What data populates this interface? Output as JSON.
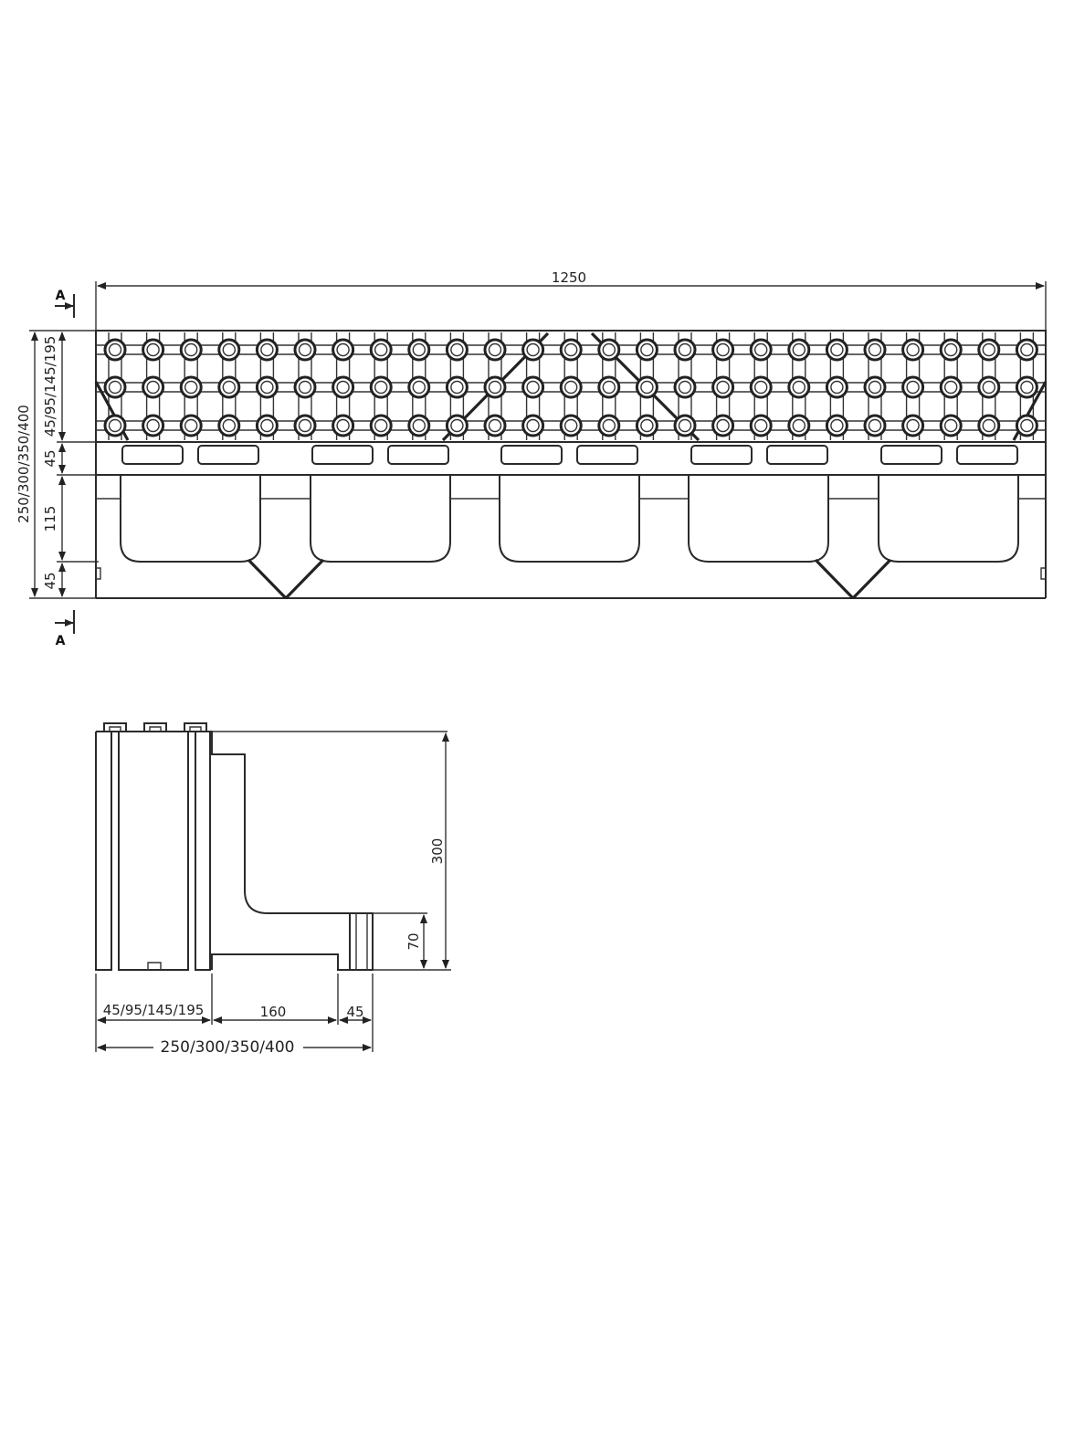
{
  "elevation": {
    "length_label": "1250",
    "total_height_label": "250/300/350/400",
    "grate_height_label": "45/95/145/195",
    "rail_height_label": "45",
    "body_height_label": "115",
    "base_height_label": "45",
    "section_marker_top": "A",
    "section_marker_bottom": "A"
  },
  "section": {
    "height_label": "300",
    "outlet_height_label": "70",
    "grate_width_label": "45/95/145/195",
    "channel_width_label": "160",
    "outlet_width_label": "45",
    "total_width_label": "250/300/350/400"
  },
  "colors": {
    "line": "#222222",
    "background": "#ffffff"
  }
}
